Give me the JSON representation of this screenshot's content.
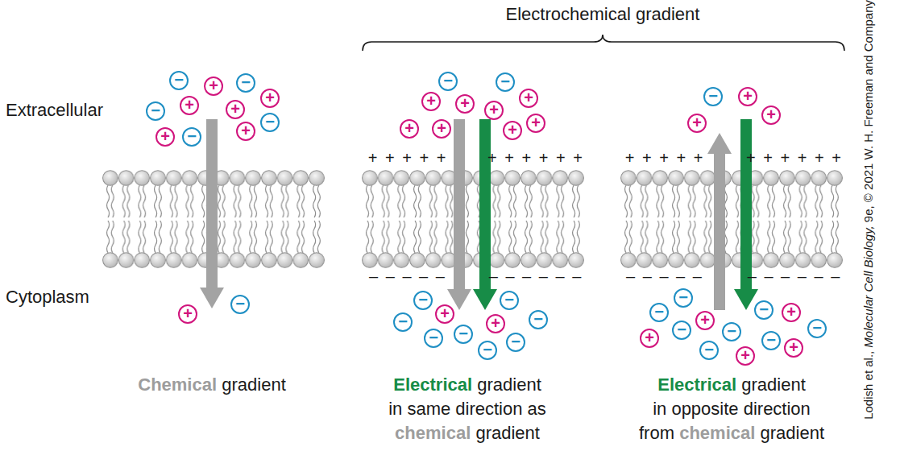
{
  "diagram": {
    "nodes": [
      {
        "text": [
          "−"
        ]
      },
      {
        "text": [
          "+"
        ]
      },
      {
        "text": [
          "−"
        ]
      },
      {
        "text": [
          "+"
        ]
      },
      {
        "text": [
          "−"
        ]
      },
      {
        "text": [
          "+"
        ]
      },
      {
        "text": [
          "+"
        ]
      },
      {
        "text": [
          "−"
        ]
      },
      {
        "text": [
          "+"
        ]
      },
      {
        "text": [
          "−"
        ]
      },
      {
        "text": [
          "+"
        ]
      },
      {
        "text": [
          "−"
        ]
      },
      {
        "text": [
          "+"
        ]
      },
      {
        "text": [
          "−"
        ]
      },
      {
        "text": [
          "−"
        ]
      },
      {
        "text": [
          "+"
        ]
      },
      {
        "text": [
          "+"
        ]
      },
      {
        "text": [
          "+"
        ]
      },
      {
        "text": [
          "+"
        ]
      },
      {
        "text": [
          "+"
        ]
      },
      {
        "text": [
          "+"
        ]
      },
      {
        "text": [
          "+"
        ]
      },
      {
        "text": [
          "+"
        ]
      },
      {
        "text": [
          "−"
        ]
      },
      {
        "text": [
          "−"
        ]
      },
      {
        "text": [
          "+"
        ]
      },
      {
        "text": [
          "−"
        ]
      },
      {
        "text": [
          "−"
        ]
      },
      {
        "text": [
          "+"
        ]
      },
      {
        "text": [
          "−"
        ]
      },
      {
        "text": [
          "−"
        ]
      },
      {
        "text": [
          "−"
        ]
      },
      {
        "text": [
          "−"
        ]
      },
      {
        "text": [
          "−"
        ]
      },
      {
        "text": [
          "+"
        ]
      },
      {
        "text": [
          "+"
        ]
      },
      {
        "text": [
          "+"
        ]
      },
      {
        "text": [
          "−"
        ]
      },
      {
        "text": [
          "−"
        ]
      },
      {
        "text": [
          "−"
        ]
      },
      {
        "text": [
          "+"
        ]
      },
      {
        "text": [
          "+"
        ]
      },
      {
        "text": [
          "−"
        ]
      },
      {
        "text": [
          "−"
        ]
      },
      {
        "text": [
          "−"
        ]
      },
      {
        "text": [
          "+"
        ]
      },
      {
        "text": [
          "−"
        ]
      },
      {
        "text": [
          "+"
        ]
      },
      {
        "text": [
          "−"
        ]
      },
      {
        "text": [
          "+"
        ]
      }
    ],
    "labels": [
      "Electrochemical gradient",
      "Extracellular",
      "Cytoplasm",
      "+ + + + +",
      "+ + + + + +",
      "– – – – –",
      "– – – – – –",
      "+ + + + +",
      "+ + + + + +",
      "– – – – –",
      "– – – – – –",
      "Chemical",
      "gradient",
      "Electrical",
      "gradient",
      "in same direction as",
      "chemical",
      "gradient",
      "Electrical",
      "gradient",
      "in opposite direction",
      "from",
      "chemical",
      "gradient",
      "Lodish et al.,",
      "Molecular Cell Biology,",
      "9e, © 2021 W. H. Freeman and Company"
    ]
  }
}
